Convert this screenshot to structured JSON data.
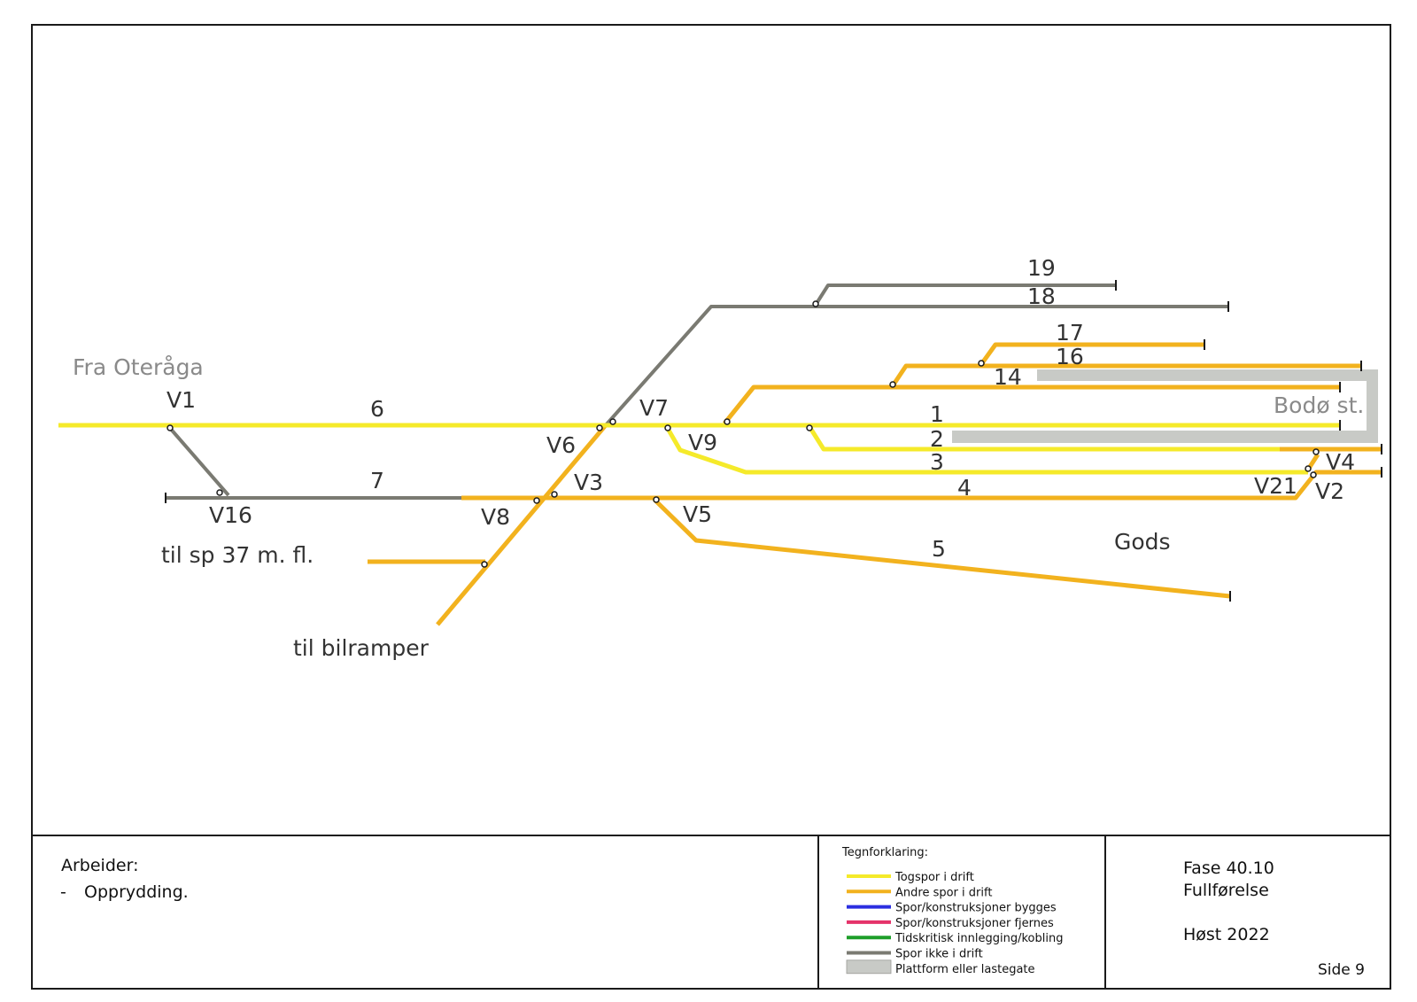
{
  "colors": {
    "togspor": "#F5EA2A",
    "andre": "#F2B21E",
    "bygges": "#2B2FE0",
    "fjernes": "#E4336A",
    "tidskritisk": "#1E9E2A",
    "ikke_drift": "#7A7A72",
    "plattform": "#C8CAC6",
    "frame": "#1a1a1a"
  },
  "labels": {
    "fra": "Fra Oteråga",
    "station": "Bodø st.",
    "gods": "Gods",
    "til_sp": "til sp 37 m. fl.",
    "til_bil": "til bilramper",
    "tracks": {
      "t1": "1",
      "t2": "2",
      "t3": "3",
      "t4": "4",
      "t5": "5",
      "t6": "6",
      "t7": "7",
      "t14": "14",
      "t16": "16",
      "t17": "17",
      "t18": "18",
      "t19": "19"
    },
    "switches": {
      "v1": "V1",
      "v2": "V2",
      "v3": "V3",
      "v4": "V4",
      "v5": "V5",
      "v6": "V6",
      "v7": "V7",
      "v8": "V8",
      "v9": "V9",
      "v16": "V16",
      "v21": "V21"
    }
  },
  "work": {
    "title": "Arbeider:",
    "bullet": "-",
    "item": "Opprydding."
  },
  "legend": {
    "title": "Tegnforklaring:",
    "items": [
      {
        "label": "Togspor i drift",
        "color": "#F5EA2A"
      },
      {
        "label": "Andre spor i drift",
        "color": "#F2B21E"
      },
      {
        "label": "Spor/konstruksjoner bygges",
        "color": "#2B2FE0"
      },
      {
        "label": "Spor/konstruksjoner fjernes",
        "color": "#E4336A"
      },
      {
        "label": "Tidskritisk innlegging/kobling",
        "color": "#1E9E2A"
      },
      {
        "label": "Spor ikke i drift",
        "color": "#7A7A72"
      },
      {
        "label": "Plattform eller lastegate",
        "color": "#C8CAC6"
      }
    ]
  },
  "phase": {
    "fase": "Fase 40.10",
    "name": "Fullførelse",
    "season": "Høst 2022",
    "page": "Side 9"
  }
}
